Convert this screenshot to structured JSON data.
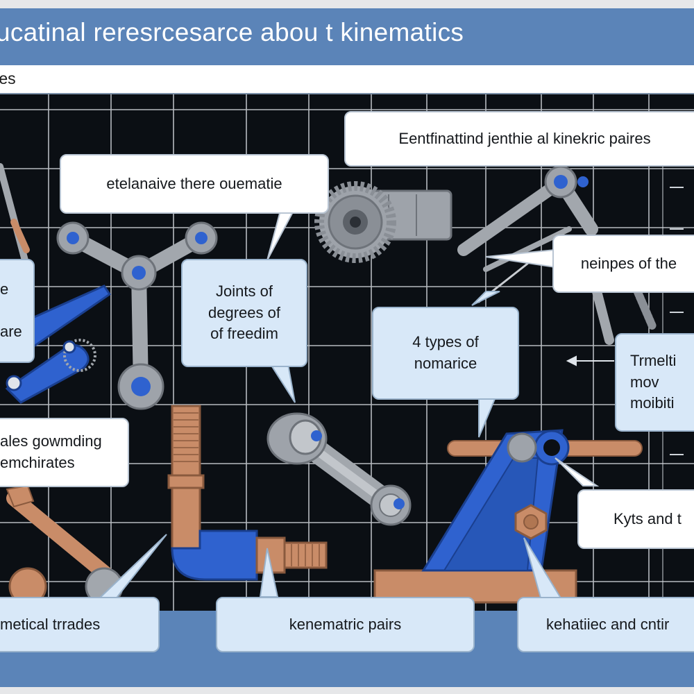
{
  "title": "ucatinal reresrcesarce abou t kinematics",
  "subtitle": "tes",
  "callouts": {
    "c_top_right": "Eentfinattind jenthie al kinekric paires",
    "c_top_left": "etelanaive there ouematie",
    "c_joints": "Joints of\ndegrees of\nof freedim",
    "c_types": "4 types of\nnomarice",
    "c_neinpes": "neinpes of the",
    "c_left_mid": "e\n\nare",
    "c_trmelti": "Trmelti\nmov\nmoibiti",
    "c_gowmding": "ales gowmding\nemchirates",
    "c_kyts": "Kyts and t",
    "c_bottom_left": "metical trrades",
    "c_bottom_mid": "kenematric pairs",
    "c_bottom_right": "kehatiiec and cntir"
  },
  "colors": {
    "header": "#5b84b8",
    "board": "#0b0f14",
    "grid": "#d5d9de",
    "link": "#a2a7ad",
    "accent_blue": "#2f62cf",
    "copper": "#c98c68"
  }
}
